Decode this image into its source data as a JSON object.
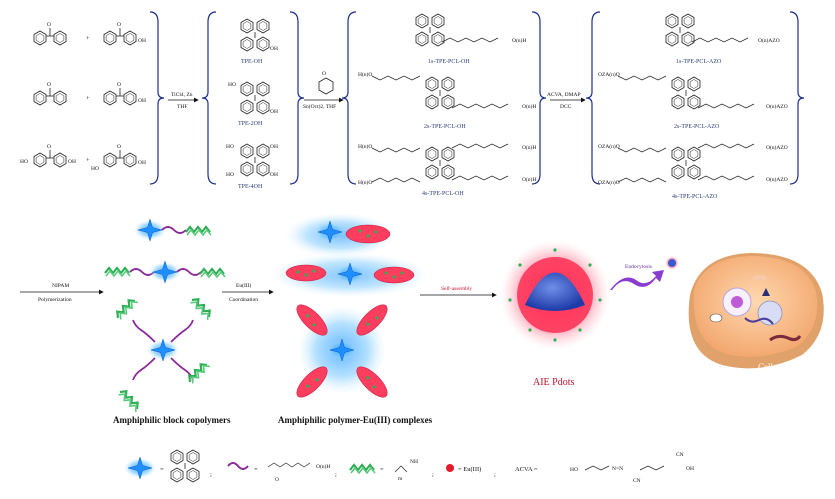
{
  "scheme": {
    "plus": "+",
    "o_label": "O",
    "oh_label": "OH",
    "ho_label": "HO",
    "step1_reagents": "TiCl4, Zn",
    "step1_solvent": "THF",
    "step2_reagents": "Sn(Oct)2, THF",
    "step3_reagents": "ACVA, DMAP",
    "step3_catalyst": "DCC",
    "oh_end": "O(n)H",
    "h_start": "H(n)O",
    "azo_end": "O(n)AZO",
    "oza_start": "OZA(n)O"
  },
  "products": {
    "tpe_oh": "TPE-OH",
    "tpe_2oh": "TPE-2OH",
    "tpe_4oh": "TPE-4OH",
    "pcl_1s": "1s-TPE-PCL-OH",
    "pcl_2s": "2s-TPE-PCL-OH",
    "pcl_4s": "4s-TPE-PCL-OH",
    "azo_1s": "1s-TPE-PCL-AZO",
    "azo_2s": "2s-TPE-PCL-AZO",
    "azo_4s": "4s-TPE-PCL-AZO"
  },
  "middle": {
    "nipam": "NIPAM",
    "polymerization": "Polymerization",
    "eu": "Eu(III)",
    "coordination": "Coordination",
    "self_assembly": "Self-assembly",
    "endocytosis": "Endocytosis",
    "aie_pdots": "AIE Pdots",
    "cell": "Cell",
    "caption_copolymers": "Amphiphilic block copolymers",
    "caption_complexes": "Amphiphilic polymer-Eu(III) complexes"
  },
  "legend": {
    "equals": "=",
    "sep": ";",
    "pcl_end": "O(n)H",
    "nh_label": "NH",
    "m_label": "m",
    "eu_def": "= Eu(III)",
    "acva_def": "ACVA =",
    "acva_ho": "HO",
    "acva_oh": "OH",
    "azo_bond": "N=N",
    "cn": "CN"
  }
}
